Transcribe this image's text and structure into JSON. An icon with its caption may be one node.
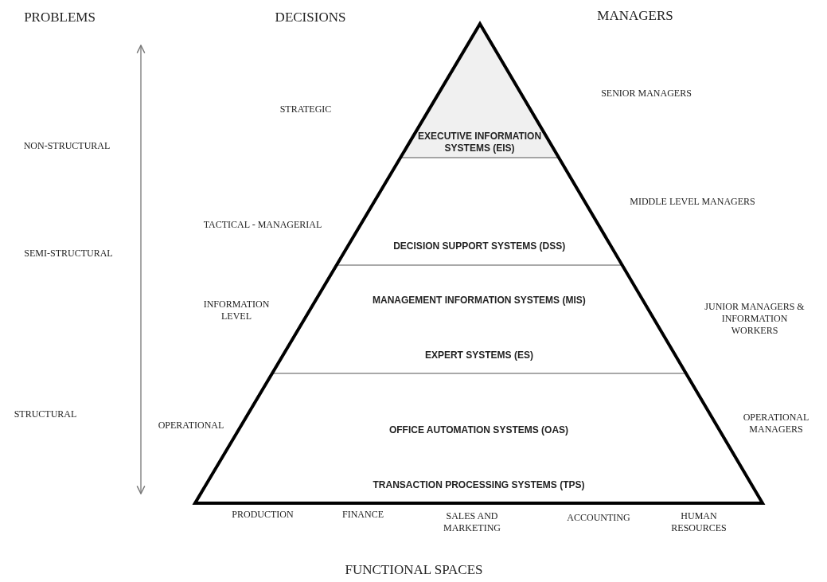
{
  "diagram": {
    "caption": "FUNCTIONAL SPACES",
    "nodes": [
      {
        "text": [
          "EXECUTIVE INFORMATION SYSTEMS (EIS)"
        ]
      },
      {
        "text": [
          "DECISION SUPPORT SYSTEMS (DSS)"
        ]
      },
      {
        "text": [
          "MANAGEMENT INFORMATION SYSTEMS (MIS)",
          "EXPERT SYSTEMS (ES)"
        ]
      },
      {
        "text": [
          "OFFICE AUTOMATION SYSTEMS (OAS)",
          "TRANSACTION PROCESSING SYSTEMS (TPS)"
        ]
      }
    ],
    "edges": [],
    "labels": [
      "PROBLEMS",
      "DECISIONS",
      "MANAGERS",
      "SENIOR MANAGERS",
      "STRATEGIC",
      "NON-STRUCTURAL",
      "MIDDLE LEVEL MANAGERS",
      "TACTICAL - MANAGERIAL",
      "SEMI-STRUCTURAL",
      "INFORMATION LEVEL",
      "JUNIOR MANAGERS & INFORMATION WORKERS",
      "STRUCTURAL",
      "OPERATIONAL",
      "OPERATIONAL MANAGERS",
      "PRODUCTION",
      "FINANCE",
      "SALES AND MARKETING",
      "ACCOUNTING",
      "HUMAN RESOURCES"
    ]
  }
}
